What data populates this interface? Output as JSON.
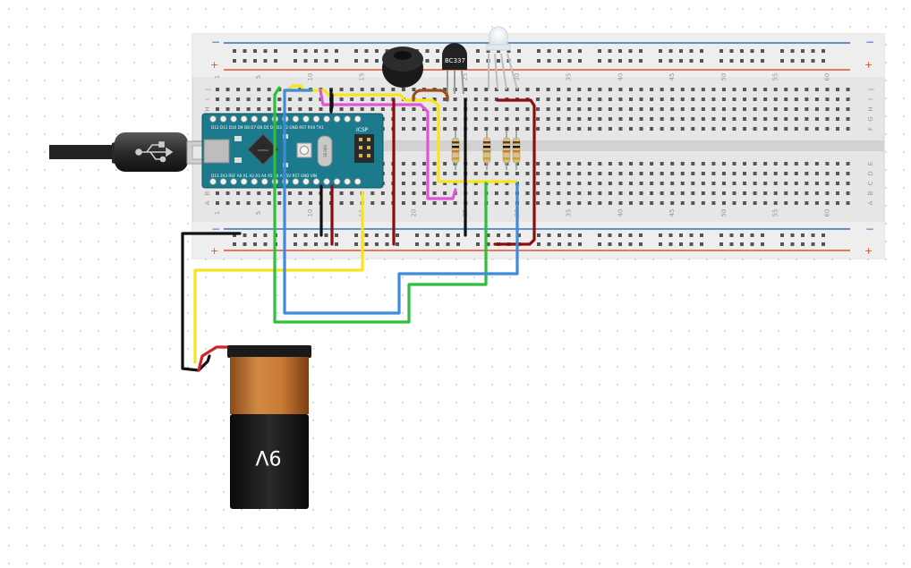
{
  "breadboard": {
    "rail_minus": "−",
    "rail_plus": "+",
    "row_letters_top": [
      "J",
      "I",
      "H",
      "G",
      "F"
    ],
    "row_letters_bottom": [
      "E",
      "D",
      "C",
      "B",
      "A"
    ],
    "column_numbers": [
      "1",
      "5",
      "10",
      "15",
      "20",
      "25",
      "30",
      "35",
      "40",
      "45",
      "50",
      "55",
      "60"
    ]
  },
  "arduino": {
    "top_pins": "D12 D11 D10 D9 D8 D7 D6 D5 D4 D3 D2 GND RST RX0 TX1",
    "bottom_pins": "D13 3V3 REF A0 A1 A2 A3 A4 A5 A6 A7 5V RST GND VIN",
    "icsp_label": "ICSP",
    "chip_label": "ATMEGA",
    "crystal_label": "16.000"
  },
  "transistor": {
    "label": "BC337"
  },
  "battery": {
    "label": "9V"
  },
  "colors": {
    "yellow": "#f5e51a",
    "black": "#111111",
    "red": "#8c0d0d",
    "green": "#2fbf3a",
    "blue": "#3d8bd9",
    "pink": "#e055d8",
    "brown": "#9c4d1a",
    "board_teal": "#1b7a8c",
    "battery_copper": "#b86a2a"
  }
}
